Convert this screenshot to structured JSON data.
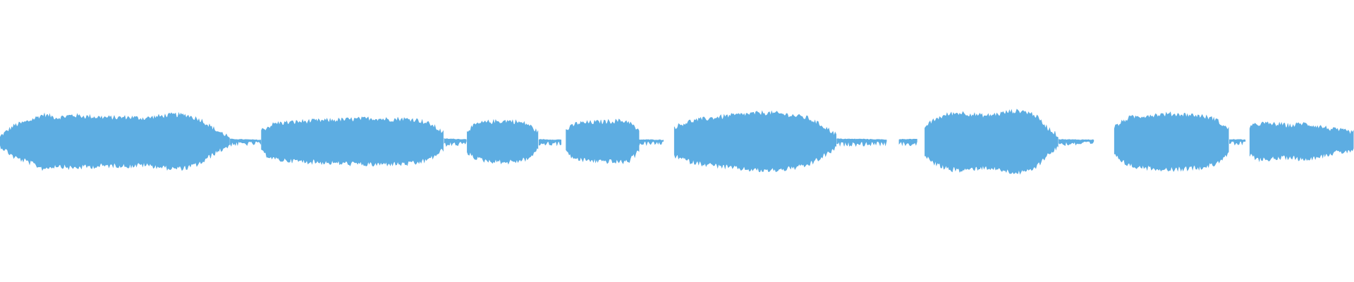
{
  "waveform": {
    "color": "#5dade2",
    "background": "#ffffff",
    "segments": [
      {
        "start": 0.0,
        "end": 0.17,
        "env": [
          0.1,
          0.45,
          0.6,
          0.8,
          0.7,
          0.78,
          0.74,
          0.72,
          0.7,
          0.72,
          0.68,
          0.74,
          0.8,
          0.78,
          0.62,
          0.3,
          0.08
        ]
      },
      {
        "start": 0.17,
        "end": 0.193,
        "env": [
          0.05,
          0.04,
          0.03,
          0.02
        ]
      },
      {
        "start": 0.193,
        "end": 0.328,
        "env": [
          0.3,
          0.52,
          0.55,
          0.58,
          0.6,
          0.62,
          0.64,
          0.66,
          0.68,
          0.65,
          0.66,
          0.64,
          0.5,
          0.2
        ]
      },
      {
        "start": 0.328,
        "end": 0.345,
        "env": [
          0.06,
          0.05,
          0.04
        ]
      },
      {
        "start": 0.345,
        "end": 0.398,
        "env": [
          0.3,
          0.5,
          0.56,
          0.58,
          0.6,
          0.56,
          0.48,
          0.2
        ]
      },
      {
        "start": 0.398,
        "end": 0.415,
        "env": [
          0.04,
          0.03,
          0.03
        ]
      },
      {
        "start": 0.418,
        "end": 0.472,
        "env": [
          0.3,
          0.52,
          0.54,
          0.56,
          0.58,
          0.6,
          0.58,
          0.25
        ]
      },
      {
        "start": 0.472,
        "end": 0.49,
        "env": [
          0.03,
          0.03,
          0.02
        ]
      },
      {
        "start": 0.498,
        "end": 0.618,
        "env": [
          0.4,
          0.58,
          0.66,
          0.72,
          0.78,
          0.82,
          0.86,
          0.84,
          0.78,
          0.7,
          0.45,
          0.15
        ]
      },
      {
        "start": 0.618,
        "end": 0.655,
        "env": [
          0.06,
          0.05,
          0.05,
          0.04,
          0.03
        ]
      },
      {
        "start": 0.664,
        "end": 0.678,
        "env": [
          0.04,
          0.05,
          0.04
        ]
      },
      {
        "start": 0.683,
        "end": 0.782,
        "env": [
          0.42,
          0.68,
          0.82,
          0.86,
          0.8,
          0.76,
          0.82,
          0.9,
          0.92,
          0.8,
          0.4,
          0.1
        ]
      },
      {
        "start": 0.782,
        "end": 0.808,
        "env": [
          0.04,
          0.03,
          0.03
        ]
      },
      {
        "start": 0.823,
        "end": 0.908,
        "env": [
          0.4,
          0.7,
          0.76,
          0.8,
          0.82,
          0.8,
          0.76,
          0.66,
          0.3
        ]
      },
      {
        "start": 0.908,
        "end": 0.92,
        "env": [
          0.04,
          0.03
        ]
      },
      {
        "start": 0.923,
        "end": 1.0,
        "env": [
          0.4,
          0.52,
          0.5,
          0.48,
          0.44,
          0.52,
          0.46,
          0.4,
          0.32,
          0.28,
          0.22
        ]
      }
    ]
  }
}
